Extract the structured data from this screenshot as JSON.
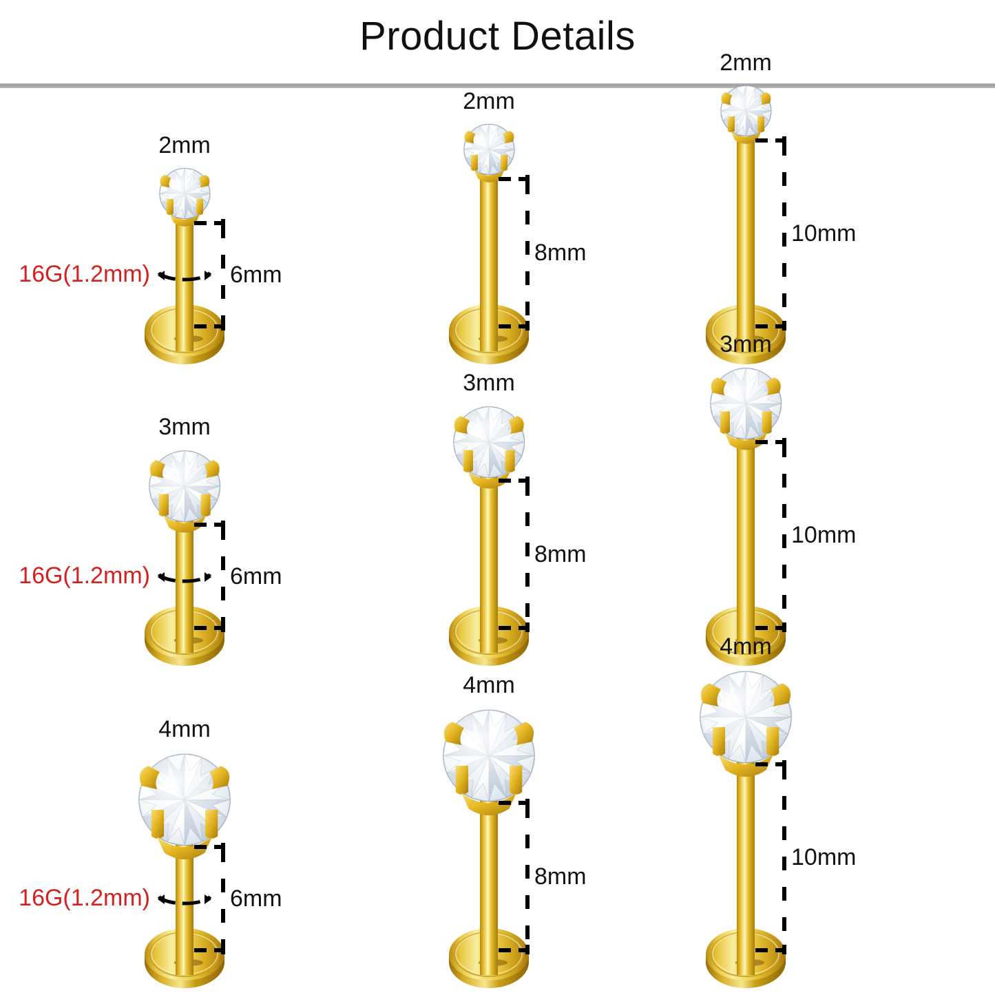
{
  "header": {
    "title": "Product Details"
  },
  "colors": {
    "gauge_label": "#d52020",
    "dimension_label": "#111111",
    "gold_light": "#fdf3b4",
    "gold_mid": "#f0d050",
    "gold_dark": "#a8780c",
    "gem": "#ffffff",
    "divider": "#a8a8a8",
    "background": "#ffffff"
  },
  "gauge_label": "16G(1.2mm)",
  "items": [
    {
      "id": "stud-2mm-6mm",
      "gem_label": "2mm",
      "length_label": "6mm",
      "gauge_label": "16G(1.2mm)",
      "show_gauge": true,
      "row": 1,
      "col": 1
    },
    {
      "id": "stud-2mm-8mm",
      "gem_label": "2mm",
      "length_label": "8mm",
      "gauge_label": "",
      "show_gauge": false,
      "row": 1,
      "col": 2
    },
    {
      "id": "stud-2mm-10mm",
      "gem_label": "2mm",
      "length_label": "10mm",
      "gauge_label": "",
      "show_gauge": false,
      "row": 1,
      "col": 3
    },
    {
      "id": "stud-3mm-6mm",
      "gem_label": "3mm",
      "length_label": "6mm",
      "gauge_label": "16G(1.2mm)",
      "show_gauge": true,
      "row": 2,
      "col": 1
    },
    {
      "id": "stud-3mm-8mm",
      "gem_label": "3mm",
      "length_label": "8mm",
      "gauge_label": "",
      "show_gauge": false,
      "row": 2,
      "col": 2
    },
    {
      "id": "stud-3mm-10mm",
      "gem_label": "3mm",
      "length_label": "10mm",
      "gauge_label": "",
      "show_gauge": false,
      "row": 2,
      "col": 3
    },
    {
      "id": "stud-4mm-6mm",
      "gem_label": "4mm",
      "length_label": "6mm",
      "gauge_label": "16G(1.2mm)",
      "show_gauge": true,
      "row": 3,
      "col": 1
    },
    {
      "id": "stud-4mm-8mm",
      "gem_label": "4mm",
      "length_label": "8mm",
      "gauge_label": "",
      "show_gauge": false,
      "row": 3,
      "col": 2
    },
    {
      "id": "stud-4mm-10mm",
      "gem_label": "4mm",
      "length_label": "10mm",
      "gauge_label": "",
      "show_gauge": false,
      "row": 3,
      "col": 3
    }
  ]
}
